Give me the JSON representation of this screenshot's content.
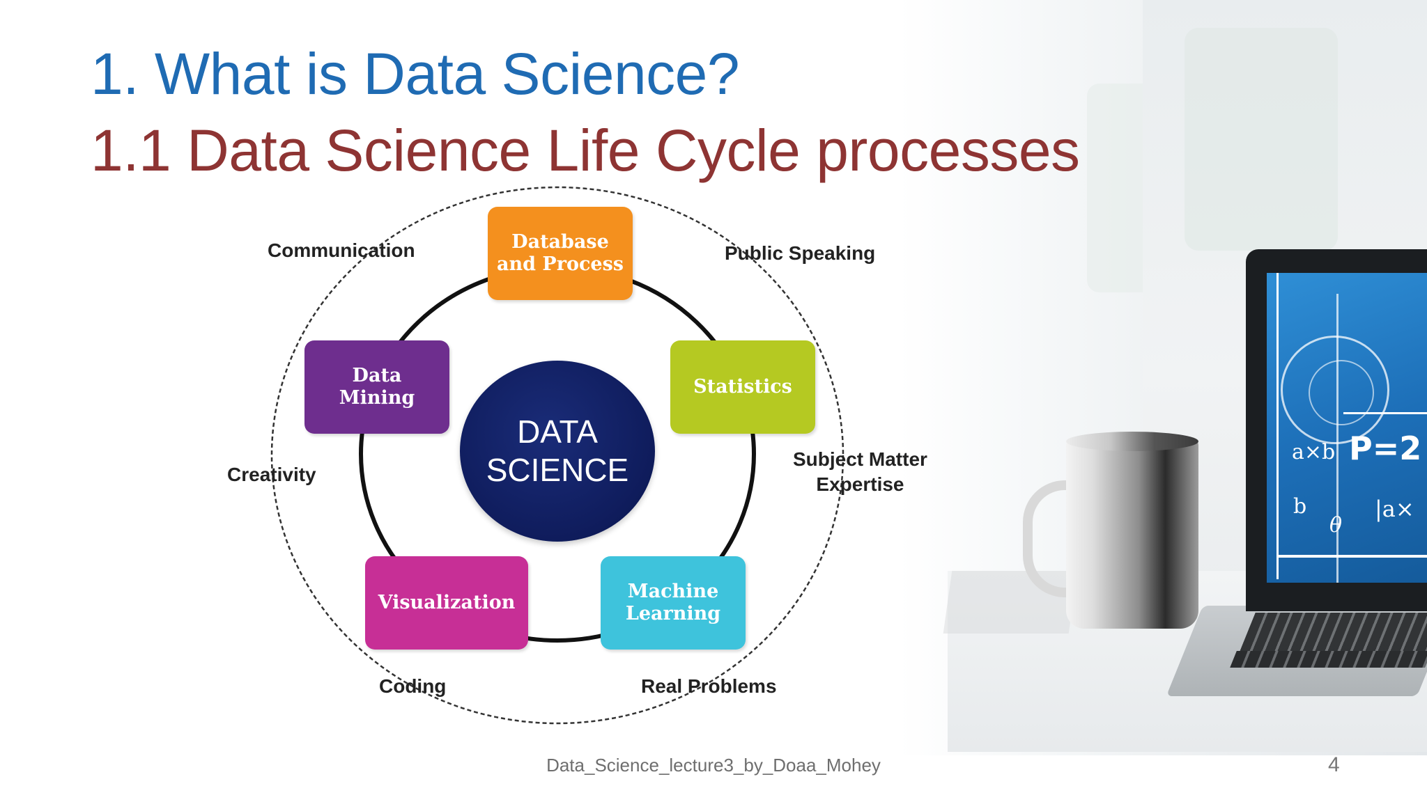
{
  "slide": {
    "title": "1. What is Data Science?",
    "subtitle": "1.1 Data Science Life Cycle processes",
    "footer": "Data_Science_lecture3_by_Doaa_Mohey",
    "page_number": "4"
  },
  "diagram": {
    "center_label": "DATA\nSCIENCE",
    "processes": [
      {
        "label": "Database\nand Process",
        "color": "#f4901e"
      },
      {
        "label": "Statistics",
        "color": "#b5c922"
      },
      {
        "label": "Machine\nLearning",
        "color": "#3ec3dc"
      },
      {
        "label": "Visualization",
        "color": "#c72f96"
      },
      {
        "label": "Data\nMining",
        "color": "#6e2e8e"
      }
    ],
    "skills": {
      "communication": "Communication",
      "public_speaking": "Public Speaking",
      "subject_matter": "Subject Matter\nExpertise",
      "real_problems": "Real Problems",
      "coding": "Coding",
      "creativity": "Creativity"
    }
  },
  "background": {
    "screen_formula": "P=2",
    "screen_text_1": "a×b",
    "screen_text_2": "|a×",
    "screen_text_3": "θ",
    "screen_text_4": "b"
  }
}
